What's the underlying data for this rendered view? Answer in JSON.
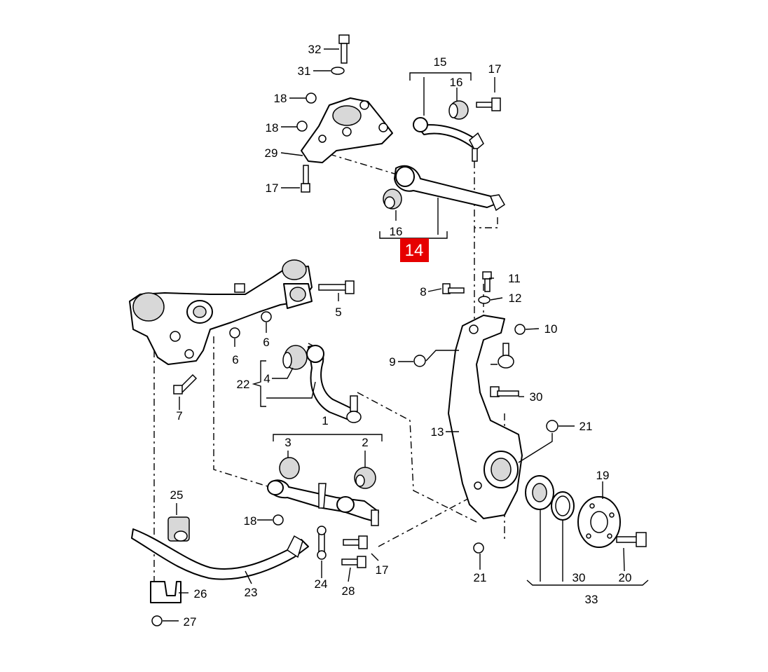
{
  "diagram": {
    "highlight": {
      "label": "14",
      "color": "#e60000"
    },
    "callouts": {
      "c32": "32",
      "c31": "31",
      "c18a": "18",
      "c18b": "18",
      "c29": "29",
      "c17a": "17",
      "c15": "15",
      "c16a": "16",
      "c17b": "17",
      "c16b": "16",
      "c11": "11",
      "c8": "8",
      "c12": "12",
      "c10": "10",
      "c9": "9",
      "c30a": "30",
      "c13": "13",
      "c21a": "21",
      "c5": "5",
      "c6a": "6",
      "c6b": "6",
      "c7": "7",
      "c4": "4",
      "c22": "22",
      "c1": "1",
      "c3": "3",
      "c2": "2",
      "c25": "25",
      "c18c": "18",
      "c17c": "17",
      "c26": "26",
      "c27": "27",
      "c23": "23",
      "c24": "24",
      "c28": "28",
      "c21b": "21",
      "c19": "19",
      "c30b": "30",
      "c20": "20",
      "c33": "33"
    }
  }
}
